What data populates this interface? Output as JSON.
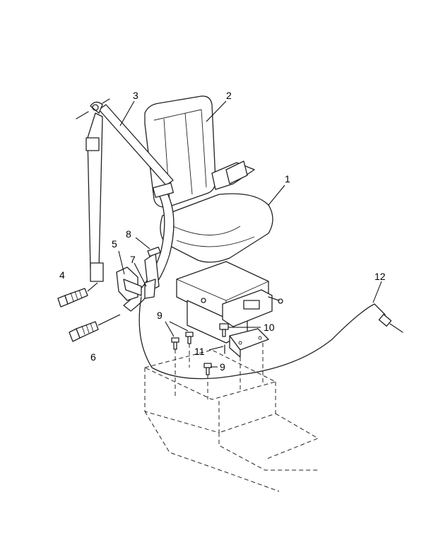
{
  "callouts": {
    "c1": "1",
    "c2": "2",
    "c3": "3",
    "c4": "4",
    "c5": "5",
    "c6": "6",
    "c7": "7",
    "c8": "8",
    "c9a": "9",
    "c9b": "9",
    "c10": "10",
    "c11": "11",
    "c12": "12"
  }
}
